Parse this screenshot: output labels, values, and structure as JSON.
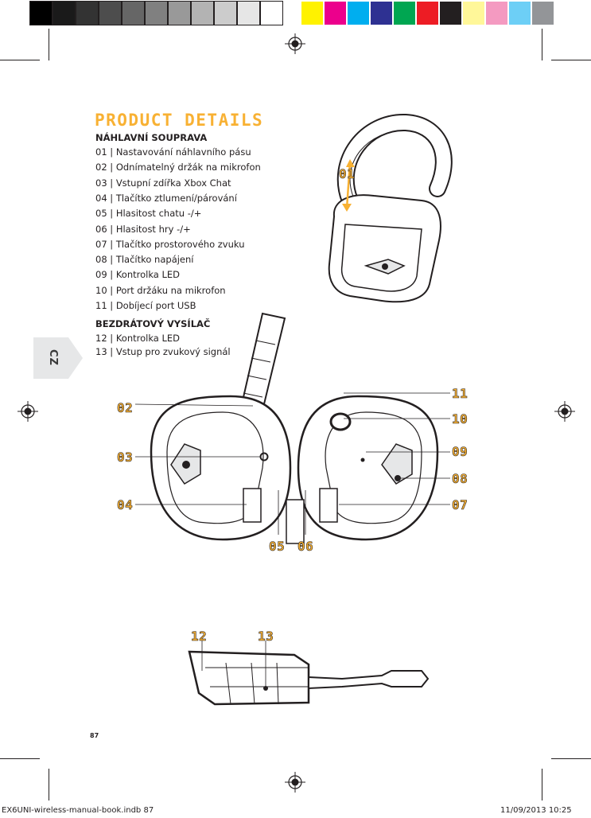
{
  "colors": {
    "accent": "#f8b133",
    "text": "#231f20",
    "grey_bar": [
      "#000000",
      "#1a1a1a",
      "#333333",
      "#4d4d4d",
      "#666666",
      "#808080",
      "#999999",
      "#b3b3b3",
      "#cccccc",
      "#e6e6e6",
      "#ffffff"
    ],
    "color_bar": [
      "#fff200",
      "#ec008c",
      "#00aeef",
      "#2e3192",
      "#00a651",
      "#ed1c24",
      "#231f20",
      "#fff799",
      "#f49ac1",
      "#6dcff6",
      "#939598"
    ]
  },
  "heading": "PRODUCT DETAILS",
  "language_tab": "CZ",
  "headset": {
    "title": "NÁHLAVNÍ SOUPRAVA",
    "items": [
      "01 | Nastavování náhlavního pásu",
      "02 | Odnímatelný držák na mikrofon",
      "03 | Vstupní zdířka Xbox Chat",
      "04 | Tlačítko ztlumení/párování",
      "05 | Hlasitost chatu -/+",
      "06 | Hlasitost hry -/+",
      "07 | Tlačítko prostorového zvuku",
      "08 | Tlačítko napájení",
      "09 | Kontrolka LED",
      "10 | Port držáku na mikrofon",
      "11 | Dobíjecí port USB"
    ]
  },
  "transmitter": {
    "title": "BEZDRÁTOVÝ VYSÍLAČ",
    "items": [
      "12 | Kontrolka LED",
      "13 | Vstup pro zvukový signál"
    ]
  },
  "callouts": {
    "c01": "01",
    "c02": "02",
    "c03": "03",
    "c04": "04",
    "c05": "05",
    "c06": "06",
    "c07": "07",
    "c08": "08",
    "c09": "09",
    "c10": "10",
    "c11": "11",
    "c12": "12",
    "c13": "13"
  },
  "page_number": "87",
  "slug": {
    "file": "EX6UNI-wireless-manual-book.indb   87",
    "datetime": "11/09/2013   10:25"
  }
}
